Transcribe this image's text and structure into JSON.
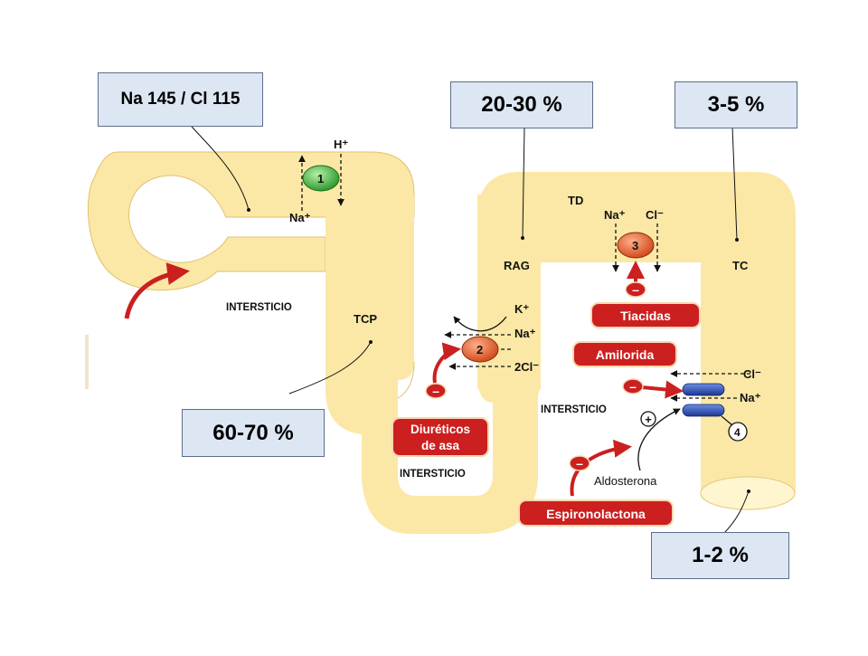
{
  "colors": {
    "tubule": "#fbe8a6",
    "tubule_outline": "#e0c070",
    "callout_fill": "#dde6f3",
    "callout_border": "#5d6e8a",
    "drug_red": "#cc1f1f",
    "drug_text": "#ffffff",
    "pump_green": "#3caa3c",
    "pump_orange": "#e06030",
    "channel_blue": "#1f3fa0"
  },
  "callouts": {
    "glomerulus": "Na 145 / Cl 115",
    "loop": "20-30 %",
    "collecting": "3-5 %",
    "proximal": "60-70 %",
    "final": "1-2 %"
  },
  "segments": {
    "td": "TD",
    "rag": "RAG",
    "tcp": "TCP",
    "tc": "TC"
  },
  "interstitium": {
    "left": "INTERSTICIO",
    "bottom": "INTERSTICIO",
    "right": "INTERSTICIO"
  },
  "transporters": {
    "t1": "1",
    "t2": "2",
    "t3": "3",
    "t4": "4"
  },
  "ions": {
    "h": "H⁺",
    "na_1": "Na⁺",
    "na_td": "Na⁺",
    "cl_td": "Cl⁻",
    "k": "K⁺",
    "na_2": "Na⁺",
    "cl2": "2Cl⁻",
    "cl_4": "Cl⁻",
    "na_4": "Na⁺"
  },
  "drugs": {
    "tiacidas": "Tiacidas",
    "amilorida": "Amilorida",
    "diureticos_1": "Diuréticos",
    "diureticos_2": "de asa",
    "espironolactona": "Espironolactona"
  },
  "modifiers": {
    "inhibit": "–",
    "stimulate": "+",
    "aldosterona": "Aldosterona"
  }
}
